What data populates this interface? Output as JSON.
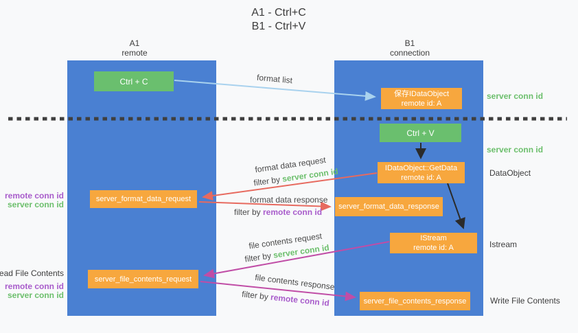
{
  "colors": {
    "background": "#f8f9fa",
    "column_blue": "#4a80d2",
    "box_green": "#6abf6e",
    "box_orange": "#f7a73e",
    "text_dark": "#3c3c3c",
    "green_label": "#6cbf6c",
    "purple_label": "#a85ccb",
    "arrow_red": "#e76a5f",
    "arrow_magenta": "#c04da6",
    "arrow_blue": "#a9d2ee",
    "arrow_black": "#2b2b2b",
    "dotted_line": "#3f3f3f"
  },
  "title": {
    "line1": "A1 - Ctrl+C",
    "line2": "B1 - Ctrl+V"
  },
  "columns": {
    "a1": {
      "name": "A1",
      "role": "remote"
    },
    "b1": {
      "name": "B1",
      "role": "connection"
    }
  },
  "boxes": {
    "ctrl_c": "Ctrl + C",
    "ctrl_v": "Ctrl + V",
    "save_idataobject": {
      "title": "保存IDataObject",
      "subtitle": "remote id: A"
    },
    "idataobject_getdata": {
      "title": "IDataObject::GetData",
      "subtitle": "remote id: A"
    },
    "istream": {
      "title": "IStream",
      "subtitle": "remote id: A"
    },
    "server_format_data_request": "server_format_data_request",
    "server_format_data_response": "server_format_data_response",
    "server_file_contents_request": "server_file_contents_request",
    "server_file_contents_response": "server_file_contents_response"
  },
  "left_labels": {
    "remote_conn_id_1": "remote conn id",
    "server_conn_id_1": "server conn id",
    "read_file_contents": "Read File Contents",
    "remote_conn_id_2": "remote conn id",
    "server_conn_id_2": "server conn id"
  },
  "right_labels": {
    "server_conn_id_1": "server conn id",
    "server_conn_id_2": "server conn id",
    "dataobject": "DataObject",
    "istream": "Istream",
    "write_file_contents": "Write File Contents"
  },
  "flow_labels": {
    "format_list": "format list",
    "format_data_request": "format data request",
    "filter_by_1_prefix": "filter by ",
    "filter_by_1_key": "server conn id",
    "format_data_response": "format data response",
    "filter_by_2_prefix": "filter by ",
    "filter_by_2_key": "remote conn id",
    "file_contents_request": "file contents request",
    "filter_by_3_prefix": "filter by ",
    "filter_by_3_key": "server conn id",
    "file_contents_response": "file contents response",
    "filter_by_4_prefix": "filter by ",
    "filter_by_4_key": "remote conn id"
  }
}
